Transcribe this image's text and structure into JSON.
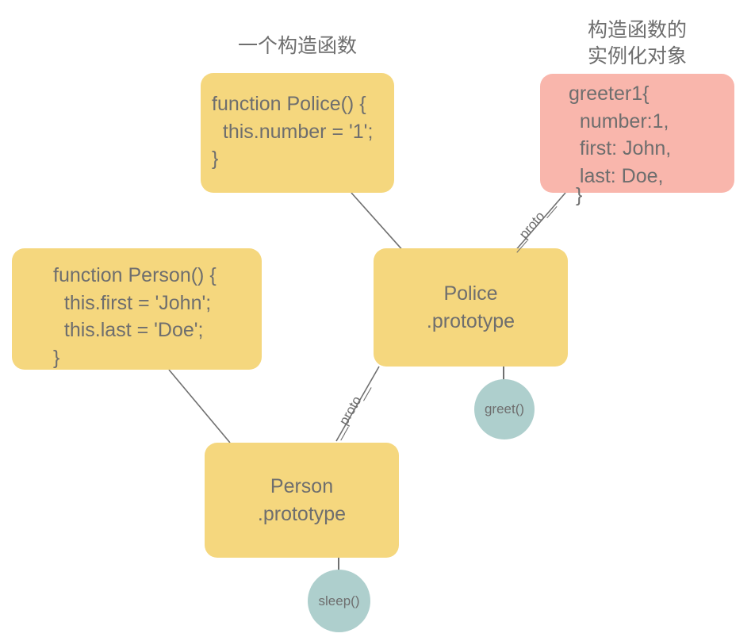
{
  "diagram": {
    "title_top_left": "一个构造函数",
    "title_top_right": "构造函数的\n实例化对象",
    "colors": {
      "constructor_box": "#f5d77e",
      "instance_box": "#f9b6ac",
      "method_circle": "#aecfcd",
      "text": "#6e6e6e",
      "edge": "#707070"
    },
    "nodes": {
      "police_function": "function Police() {\n  this.number = '1';\n}",
      "person_function": "function Person() {\n  this.first = 'John';\n  this.last = 'Doe';\n}",
      "greeter_instance": "greeter1{\n  number:1,\n  first: John,\n  last: Doe,",
      "greeter_instance_close": "}",
      "police_prototype_line1": "Police",
      "police_prototype_line2": ".prototype",
      "person_prototype_line1": "Person",
      "person_prototype_line2": ".prototype"
    },
    "methods": {
      "greet": "greet()",
      "sleep": "sleep()"
    },
    "edge_labels": {
      "proto_upper": "__proto__",
      "proto_lower": "__proto__"
    }
  }
}
